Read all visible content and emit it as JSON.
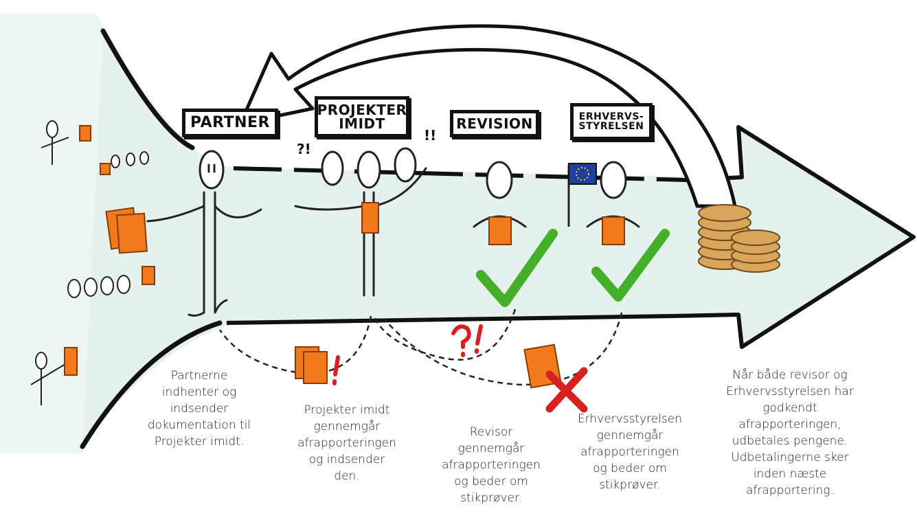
{
  "colors": {
    "arrow_fill": "#e4f1ee",
    "document": "#f07a1c",
    "check": "#44b02a",
    "alert": "#d92020",
    "coin": "#d9a55a",
    "eu_flag": "#1f3fa0"
  },
  "stages": [
    {
      "id": "partner",
      "label": "PARTNER"
    },
    {
      "id": "projekter-imidt",
      "label": "PROJEKTER\nIMIDT"
    },
    {
      "id": "revision",
      "label": "REVISION"
    },
    {
      "id": "erhvervsstyrelsen",
      "label": "ERHVERVS-\nSTYRELSEN"
    }
  ],
  "exclamations": {
    "left": "?!",
    "right": "!!"
  },
  "captions": {
    "partner": "Partnerne\nindhenter og\nindsender\ndokumentation til\nProjekter imidt.",
    "projekter_imidt": "Projekter imidt\ngennemgår\nafrapporteringen\nog indsender\nden.",
    "revisor": "Revisor\ngennemgår\nafrapporteringen\nog beder om\nstikprøver.",
    "erhvervsstyrelsen": "Erhvervsstyrelsen\ngennemgår\nafrapporteringen\nog beder om\nstikprøver.",
    "payout": "Når både revisor og\nErhvervsstyrelsen har\ngodkendt\nafrapporteringen,\nudbetales pengene.\nUdbetalingerne sker\ninden næste\nafrapportering."
  },
  "icons": {
    "feedback_arrow": "curved-return-arrow-icon",
    "approved": "green-checkmark-icon",
    "rejected": "red-x-icon",
    "question": "question-exclamation-icon",
    "money": "coin-stack-icon",
    "flag": "eu-flag-icon",
    "documents": "orange-document-icon"
  }
}
